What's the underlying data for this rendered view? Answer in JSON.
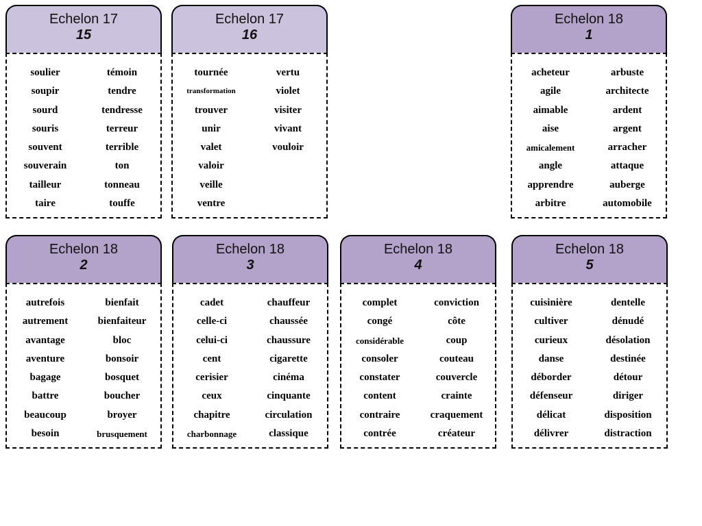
{
  "cards": [
    {
      "title": "Echelon 17",
      "number": "15",
      "left": [
        "soulier",
        "soupir",
        "sourd",
        "souris",
        "souvent",
        "souverain",
        "tailleur",
        "taire"
      ],
      "right": [
        "témoin",
        "tendre",
        "tendresse",
        "terreur",
        "terrible",
        "ton",
        "tonneau",
        "touffe"
      ]
    },
    {
      "title": "Echelon 17",
      "number": "16",
      "left": [
        "tournée",
        "transformation",
        "trouver",
        "unir",
        "valet",
        "valoir",
        "veille",
        "ventre"
      ],
      "right": [
        "vertu",
        "violet",
        "visiter",
        "vivant",
        "vouloir"
      ]
    },
    {
      "title": "Echelon 18",
      "number": "1",
      "left": [
        "acheteur",
        "agile",
        "aimable",
        "aise",
        "amicalement",
        "angle",
        "apprendre",
        "arbitre"
      ],
      "right": [
        "arbuste",
        "architecte",
        "ardent",
        "argent",
        "arracher",
        "attaque",
        "auberge",
        "automobile"
      ]
    },
    {
      "title": "Echelon 18",
      "number": "2",
      "left": [
        "autrefois",
        "autrement",
        "avantage",
        "aventure",
        "bagage",
        "battre",
        "beaucoup",
        "besoin"
      ],
      "right": [
        "bienfait",
        "bienfaiteur",
        "bloc",
        "bonsoir",
        "bosquet",
        "boucher",
        "broyer",
        "brusquement"
      ]
    },
    {
      "title": "Echelon 18",
      "number": "3",
      "left": [
        "cadet",
        "celle-ci",
        "celui-ci",
        "cent",
        "cerisier",
        "ceux",
        "chapitre",
        "charbonnage"
      ],
      "right": [
        "chauffeur",
        "chaussée",
        "chaussure",
        "cigarette",
        "cinéma",
        "cinquante",
        "circulation",
        "classique"
      ]
    },
    {
      "title": "Echelon 18",
      "number": "4",
      "left": [
        "complet",
        "congé",
        "considérable",
        "consoler",
        "constater",
        "content",
        "contraire",
        "contrée"
      ],
      "right": [
        "conviction",
        "côte",
        "coup",
        "couteau",
        "couvercle",
        "crainte",
        "craquement",
        "créateur"
      ]
    },
    {
      "title": "Echelon 18",
      "number": "5",
      "left": [
        "cuisinière",
        "cultiver",
        "curieux",
        "danse",
        "déborder",
        "défenseur",
        "délicat",
        "délivrer"
      ],
      "right": [
        "dentelle",
        "dénudé",
        "désolation",
        "destinée",
        "détour",
        "diriger",
        "disposition",
        "distraction"
      ]
    }
  ]
}
